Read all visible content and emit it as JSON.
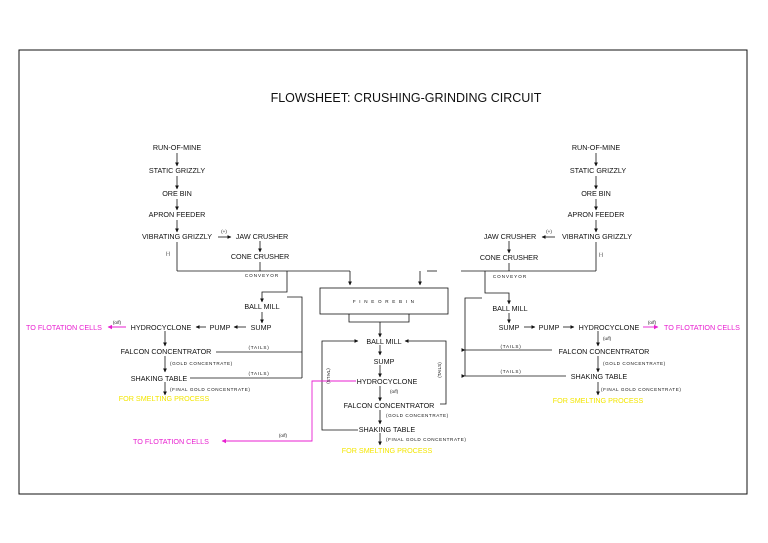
{
  "title": "FLOWSHEET: CRUSHING-GRINDING CIRCUIT",
  "colors": {
    "flotation": "#e81fd0",
    "smelting": "#f3e600",
    "line": "#111111"
  },
  "left": {
    "run_of_mine": "RUN-OF-MINE",
    "static_grizzly": "STATIC GRIZZLY",
    "ore_bin": "ORE BIN",
    "apron_feeder": "APRON FEEDER",
    "vibrating_grizzly": "VIBRATING GRIZZLY",
    "plus_label": "(+)",
    "minus_label": "(-)",
    "jaw_crusher": "JAW CRUSHER",
    "cone_crusher": "CONE CRUSHER",
    "conveyor": "CONVEYOR",
    "ball_mill": "BALL MILL",
    "sump": "SUMP",
    "pump": "PUMP",
    "hydrocyclone": "HYDROCYCLONE",
    "of_label": "(o/f)",
    "to_flotation": "TO FLOTATION CELLS",
    "falcon": "FALCON CONCENTRATOR",
    "tails1": "(TAILS)",
    "gold_conc": "(GOLD CONCENTRATE)",
    "shaking_table": "SHAKING TABLE",
    "tails2": "(TAILS)",
    "final_conc": "(FINAL GOLD CONCENTRATE)",
    "smelting": "FOR SMELTING PROCESS"
  },
  "center": {
    "fine_ore_bin": "F I N E   O R E   B I N",
    "ball_mill": "BALL MILL",
    "sump": "SUMP",
    "hydrocyclone": "HYDROCYCLONE",
    "of_label": "(o/f)",
    "falcon": "FALCON CONCENTRATOR",
    "gold_conc": "(GOLD CONCENTRATE)",
    "shaking_table": "SHAKING TABLE",
    "final_conc": "(FINAL GOLD CONCENTRATE)",
    "smelting": "FOR SMELTING PROCESS",
    "tails_left": "(TAILS)",
    "tails_right": "(TAILS)",
    "of_bottom": "(o/f)",
    "to_flotation": "TO FLOTATION CELLS"
  },
  "right": {
    "run_of_mine": "RUN-OF-MINE",
    "static_grizzly": "STATIC GRIZZLY",
    "ore_bin": "ORE BIN",
    "apron_feeder": "APRON FEEDER",
    "vibrating_grizzly": "VIBRATING GRIZZLY",
    "plus_label": "(+)",
    "minus_label": "(-)",
    "jaw_crusher": "JAW CRUSHER",
    "cone_crusher": "CONE CRUSHER",
    "conveyor": "CONVEYOR",
    "ball_mill": "BALL MILL",
    "sump": "SUMP",
    "pump": "PUMP",
    "hydrocyclone": "HYDROCYCLONE",
    "of_label": "(o/f)",
    "to_flotation": "TO FLOTATION CELLS",
    "uf_label": "(u/f)",
    "falcon": "FALCON CONCENTRATOR",
    "tails1": "(TAILS)",
    "gold_conc": "(GOLD CONCENTRATE)",
    "shaking_table": "SHAKING TABLE",
    "tails2": "(TAILS)",
    "final_conc": "(FINAL GOLD CONCENTRATE)",
    "smelting": "FOR SMELTING PROCESS"
  }
}
